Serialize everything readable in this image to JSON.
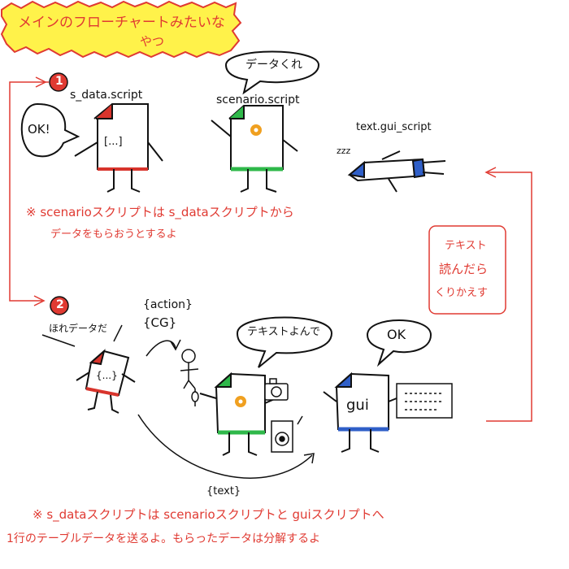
{
  "title": {
    "line1": "メインのフローチャートみたいな",
    "line2": "やつ"
  },
  "steps": [
    {
      "number": "1"
    },
    {
      "number": "2"
    }
  ],
  "characters": {
    "s_data": {
      "label": "s_data.script",
      "content": "[...]",
      "speech": "OK!"
    },
    "scenario": {
      "label": "scenario.script",
      "speech": "データくれ"
    },
    "text_gui": {
      "label": "text.gui_script",
      "sleep": "zzz"
    },
    "s_data2": {
      "content": "{...}",
      "speech": "ほれデータだ"
    },
    "scenario2": {
      "speech": "テキストよんで"
    },
    "gui": {
      "label": "gui",
      "speech": "OK"
    }
  },
  "arrows": {
    "action_label": "{action}",
    "cg_label": "{CG}",
    "text_label": "{text}"
  },
  "side_box": {
    "line1": "テキスト",
    "line2": "読んだら",
    "line3": "くりかえす"
  },
  "notes": {
    "note1_line1": "※ scenarioスクリプトは s_dataスクリプトから",
    "note1_line2": "データをもらおうとするよ",
    "note2_line1": "※ s_dataスクリプトは scenarioスクリプトと guiスクリプトへ",
    "note2_line2": "1行のテーブルデータを送るよ。もらったデータは分解するよ"
  },
  "colors": {
    "accent_red": "#e03a32",
    "title_highlight": "#fff24a",
    "file_red": "#d8342c",
    "file_green": "#2fb84a",
    "file_blue": "#2f5fc8",
    "flower": "#f0a020",
    "ink": "#111111"
  }
}
